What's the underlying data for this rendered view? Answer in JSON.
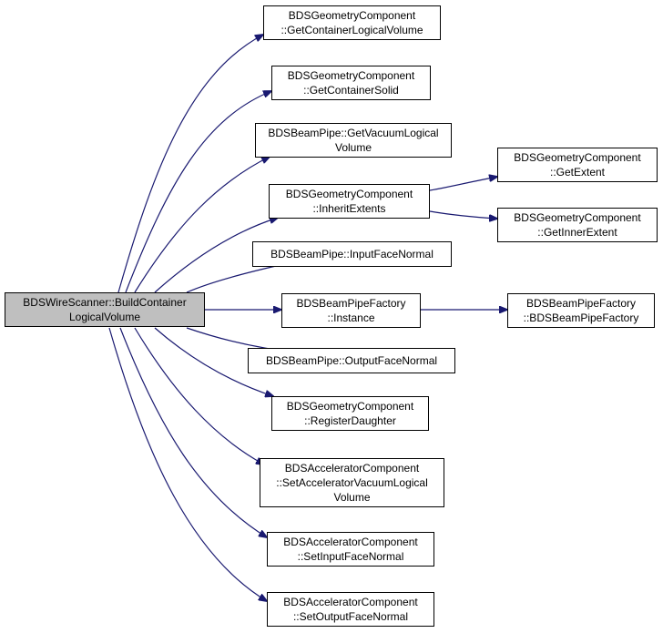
{
  "root": {
    "id": "root",
    "lines": [
      "BDSWireScanner::BuildContainer",
      "LogicalVolume"
    ],
    "fill": "#bfbfbf"
  },
  "nodes": [
    {
      "id": "get-container-logical-volume",
      "lines": [
        "BDSGeometryComponent",
        "::GetContainerLogicalVolume"
      ]
    },
    {
      "id": "get-container-solid",
      "lines": [
        "BDSGeometryComponent",
        "::GetContainerSolid"
      ]
    },
    {
      "id": "get-vacuum-logical-volume",
      "lines": [
        "BDSBeamPipe::GetVacuumLogical",
        "Volume"
      ]
    },
    {
      "id": "inherit-extents",
      "lines": [
        "BDSGeometryComponent",
        "::InheritExtents"
      ]
    },
    {
      "id": "get-extent",
      "lines": [
        "BDSGeometryComponent",
        "::GetExtent"
      ]
    },
    {
      "id": "get-inner-extent",
      "lines": [
        "BDSGeometryComponent",
        "::GetInnerExtent"
      ]
    },
    {
      "id": "input-face-normal",
      "lines": [
        "BDSBeamPipe::InputFaceNormal"
      ]
    },
    {
      "id": "instance",
      "lines": [
        "BDSBeamPipeFactory",
        "::Instance"
      ]
    },
    {
      "id": "beam-pipe-factory-ctor",
      "lines": [
        "BDSBeamPipeFactory",
        "::BDSBeamPipeFactory"
      ]
    },
    {
      "id": "output-face-normal",
      "lines": [
        "BDSBeamPipe::OutputFaceNormal"
      ]
    },
    {
      "id": "register-daughter",
      "lines": [
        "BDSGeometryComponent",
        "::RegisterDaughter"
      ]
    },
    {
      "id": "set-accelerator-vacuum-logical-volume",
      "lines": [
        "BDSAcceleratorComponent",
        "::SetAcceleratorVacuumLogical",
        "Volume"
      ]
    },
    {
      "id": "set-input-face-normal",
      "lines": [
        "BDSAcceleratorComponent",
        "::SetInputFaceNormal"
      ]
    },
    {
      "id": "set-output-face-normal",
      "lines": [
        "BDSAcceleratorComponent",
        "::SetOutputFaceNormal"
      ]
    }
  ],
  "edges": [
    {
      "from": "root",
      "to": "get-container-logical-volume"
    },
    {
      "from": "root",
      "to": "get-container-solid"
    },
    {
      "from": "root",
      "to": "get-vacuum-logical-volume"
    },
    {
      "from": "root",
      "to": "inherit-extents"
    },
    {
      "from": "root",
      "to": "input-face-normal"
    },
    {
      "from": "root",
      "to": "instance"
    },
    {
      "from": "root",
      "to": "output-face-normal"
    },
    {
      "from": "root",
      "to": "register-daughter"
    },
    {
      "from": "root",
      "to": "set-accelerator-vacuum-logical-volume"
    },
    {
      "from": "root",
      "to": "set-input-face-normal"
    },
    {
      "from": "root",
      "to": "set-output-face-normal"
    },
    {
      "from": "inherit-extents",
      "to": "get-extent"
    },
    {
      "from": "inherit-extents",
      "to": "get-inner-extent"
    },
    {
      "from": "instance",
      "to": "beam-pipe-factory-ctor"
    }
  ],
  "edge_color": "#191970"
}
